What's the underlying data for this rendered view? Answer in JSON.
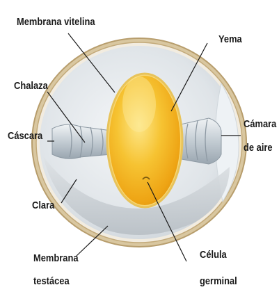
{
  "labels": {
    "membrana_vitelina": "Membrana vitelina",
    "yema": "Yema",
    "chalaza": "Chalaza",
    "cascara": "Cáscara",
    "camara_de_aire_1": "Cámara",
    "camara_de_aire_2": "de aire",
    "clara": "Clara",
    "membrana_testacea_1": "Membrana",
    "membrana_testacea_2": "testácea",
    "celula_germinal_1": "Célula",
    "celula_germinal_2": "germinal"
  },
  "colors": {
    "shell": "#c9b48a",
    "egg_white": "#d6dde3",
    "yolk": "#f2b21c",
    "yolk_highlight": "#fde27a",
    "chalaza": "#bfc8d0",
    "leader_line": "#1a1a1a"
  }
}
